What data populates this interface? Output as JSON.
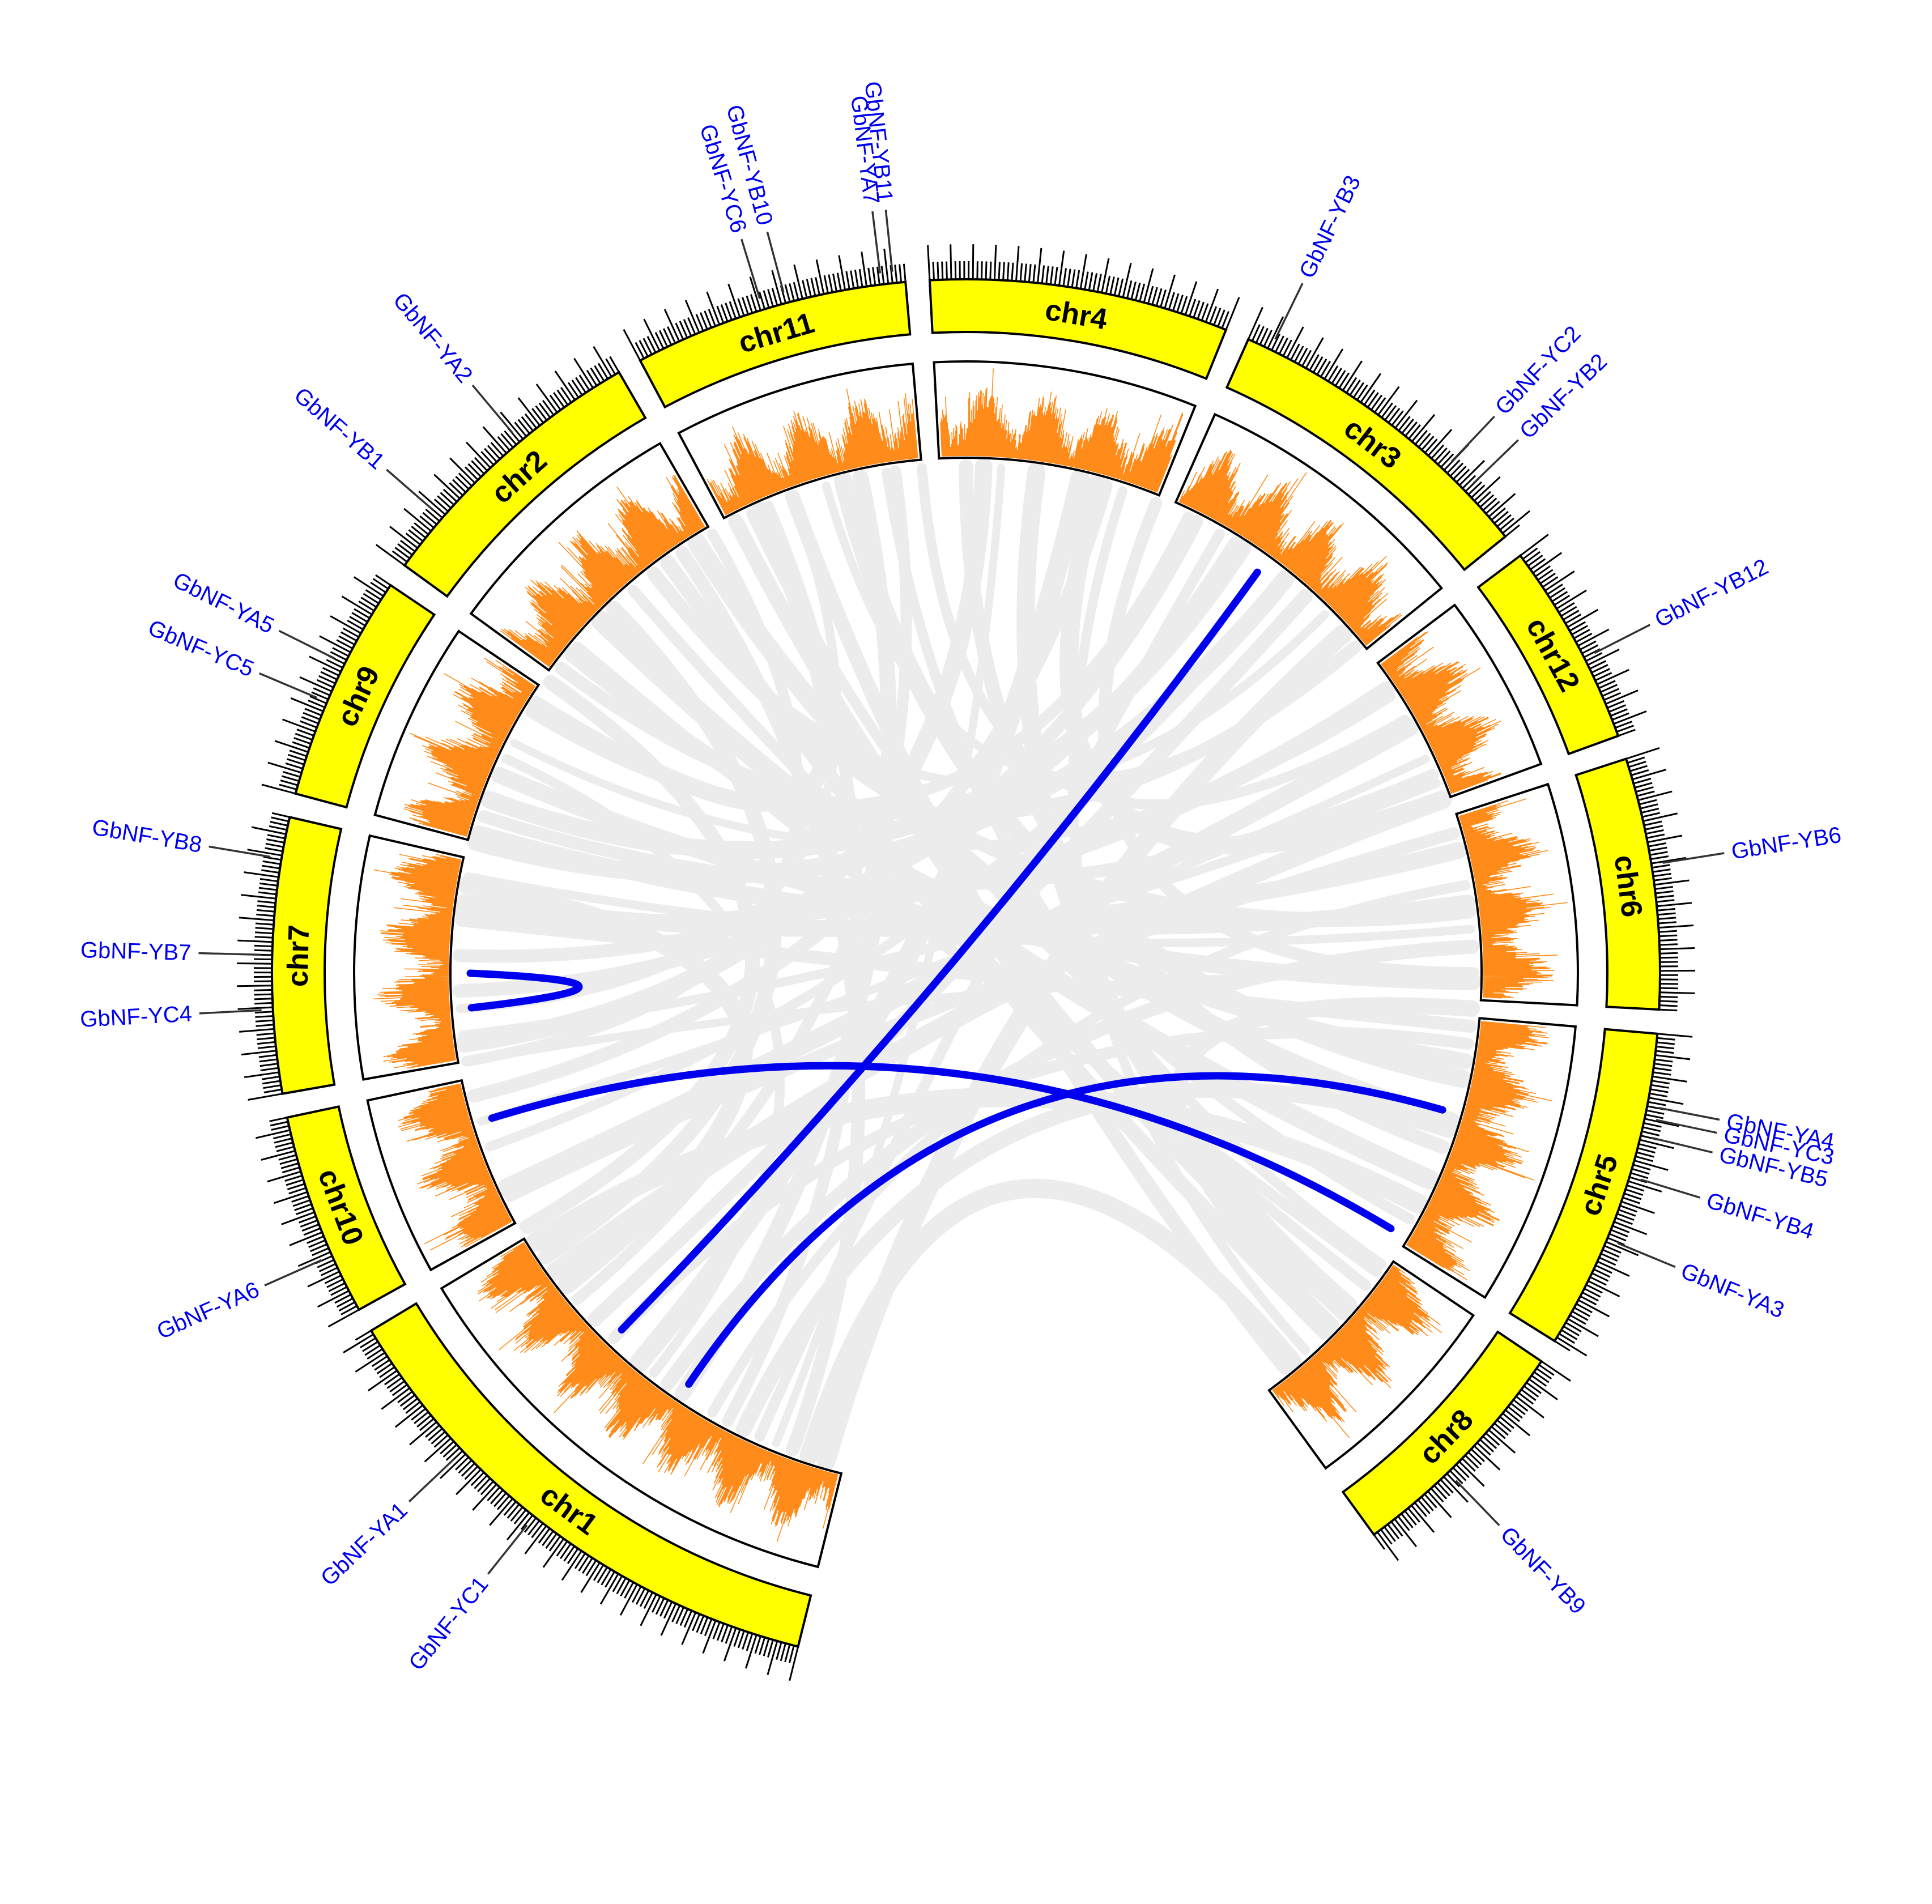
{
  "colors": {
    "chromosome": "#ffff00",
    "density": "#ff8c1a",
    "background_link": "#ececec",
    "highlight_link": "#0000ee",
    "gene_label": "#0000ee"
  },
  "chromosomes": [
    {
      "name": "chr1",
      "start_deg": 104,
      "end_deg": 149
    },
    {
      "name": "chr10",
      "start_deg": 151,
      "end_deg": 168
    },
    {
      "name": "chr7",
      "start_deg": 170,
      "end_deg": 193
    },
    {
      "name": "chr9",
      "start_deg": 195,
      "end_deg": 214
    },
    {
      "name": "chr2",
      "start_deg": 216,
      "end_deg": 240
    },
    {
      "name": "chr11",
      "start_deg": 242,
      "end_deg": 265
    },
    {
      "name": "chr4",
      "start_deg": 267,
      "end_deg": 292
    },
    {
      "name": "chr3",
      "start_deg": 294,
      "end_deg": 321
    },
    {
      "name": "chr12",
      "start_deg": 323,
      "end_deg": 340
    },
    {
      "name": "chr6",
      "start_deg": 342,
      "end_deg": 363
    },
    {
      "name": "chr5",
      "start_deg": 365,
      "end_deg": 392
    },
    {
      "name": "chr8",
      "start_deg": 394,
      "end_deg": 414
    }
  ],
  "genes": [
    {
      "label": "GbNF-YC1",
      "deg": 128.5
    },
    {
      "label": "GbNF-YA1",
      "deg": 136.5
    },
    {
      "label": "GbNF-YA6",
      "deg": 156
    },
    {
      "label": "GbNF-YC4",
      "deg": 177
    },
    {
      "label": "GbNF-YB7",
      "deg": 181.5
    },
    {
      "label": "GbNF-YB8",
      "deg": 189.5
    },
    {
      "label": "GbNF-YC5",
      "deg": 203
    },
    {
      "label": "GbNF-YA5",
      "deg": 206.5
    },
    {
      "label": "GbNF-YB1",
      "deg": 221
    },
    {
      "label": "GbNF-YA2",
      "deg": 230
    },
    {
      "label": "GbNF-YC6",
      "deg": 253
    },
    {
      "label": "GbNF-YB10",
      "deg": 255
    },
    {
      "label": "GbNF-YA7",
      "deg": 263
    },
    {
      "label": "GbNF-YB11",
      "deg": 264
    },
    {
      "label": "GbNF-YB3",
      "deg": 296
    },
    {
      "label": "GbNF-YC2",
      "deg": 313.5
    },
    {
      "label": "GbNF-YB2",
      "deg": 316
    },
    {
      "label": "GbNF-YB12",
      "deg": 333
    },
    {
      "label": "GbNF-YB6",
      "deg": 351
    },
    {
      "label": "GbNF-YA4",
      "deg": 371
    },
    {
      "label": "GbNF-YC3",
      "deg": 372
    },
    {
      "label": "GbNF-YB5",
      "deg": 373.5
    },
    {
      "label": "GbNF-YB4",
      "deg": 377
    },
    {
      "label": "GbNF-YA3",
      "deg": 382.5
    },
    {
      "label": "GbNF-YB9",
      "deg": 406
    }
  ],
  "highlight_links": [
    {
      "from_deg": 134,
      "to_deg": 306
    },
    {
      "from_deg": 176,
      "to_deg": 180
    },
    {
      "from_deg": 163,
      "to_deg": 391
    },
    {
      "from_deg": 376,
      "to_deg": 124
    }
  ],
  "background_links": [
    [
      112,
      274
    ],
    [
      118,
      247
    ],
    [
      124,
      258
    ],
    [
      130,
      283
    ],
    [
      140,
      262
    ],
    [
      146,
      226
    ],
    [
      106,
      318
    ],
    [
      114,
      300
    ],
    [
      137,
      312
    ],
    [
      144,
      340
    ],
    [
      120,
      350
    ],
    [
      126,
      357
    ],
    [
      155,
      331
    ],
    [
      160,
      309
    ],
    [
      166,
      286
    ],
    [
      172,
      272
    ],
    [
      176,
      250
    ],
    [
      182,
      302
    ],
    [
      188,
      346
    ],
    [
      191,
      355
    ],
    [
      198,
      337
    ],
    [
      203,
      361
    ],
    [
      207,
      327
    ],
    [
      211,
      296
    ],
    [
      219,
      370
    ],
    [
      224,
      384
    ],
    [
      229,
      398
    ],
    [
      234,
      405
    ],
    [
      238,
      377
    ],
    [
      245,
      389
    ],
    [
      250,
      411
    ],
    [
      256,
      372
    ],
    [
      261,
      395
    ],
    [
      270,
      380
    ],
    [
      278,
      401
    ],
    [
      288,
      408
    ],
    [
      297,
      178
    ],
    [
      303,
      200
    ],
    [
      315,
      232
    ],
    [
      320,
      217
    ],
    [
      326,
      187
    ],
    [
      335,
      163
    ],
    [
      344,
      154
    ],
    [
      352,
      196
    ],
    [
      360,
      170
    ],
    [
      368,
      134
    ],
    [
      378,
      116
    ],
    [
      387,
      148
    ],
    [
      396,
      220
    ],
    [
      402,
      243
    ],
    [
      410,
      108
    ],
    [
      240,
      170
    ],
    [
      215,
      150
    ],
    [
      285,
      340
    ],
    [
      265,
      330
    ],
    [
      232,
      353
    ],
    [
      195,
      309
    ],
    [
      128,
      205
    ],
    [
      110,
      236
    ],
    [
      142,
      190
    ],
    [
      173,
      338
    ],
    [
      186,
      366
    ],
    [
      212,
      246
    ],
    [
      254,
      320
    ],
    [
      292,
      360
    ],
    [
      364,
      404
    ]
  ]
}
